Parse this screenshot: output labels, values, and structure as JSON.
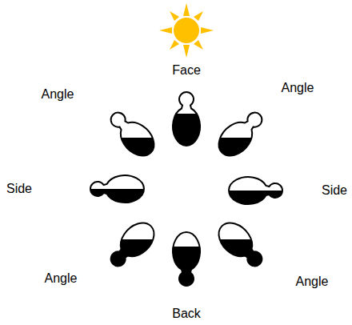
{
  "diagram": {
    "labels": [
      "Face",
      "Angle",
      "Angle",
      "Side",
      "Side",
      "Angle",
      "Angle",
      "Back"
    ]
  }
}
